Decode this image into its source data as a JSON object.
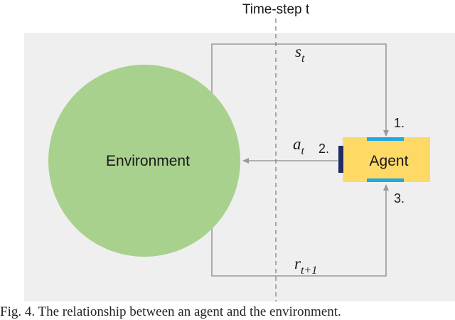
{
  "header": {
    "timestep_label": "Time-step t"
  },
  "environment": {
    "label": "Environment"
  },
  "agent": {
    "label": "Agent"
  },
  "signals": {
    "state": {
      "base": "s",
      "sub": "t"
    },
    "action": {
      "base": "a",
      "sub": "t"
    },
    "reward": {
      "base": "r",
      "sub": "t+1"
    }
  },
  "steps": {
    "step1": "1.",
    "step2": "2.",
    "step3": "3."
  },
  "caption": {
    "text": "Fig. 4. The relationship between an agent and the environment."
  },
  "colors": {
    "panel_background": "#efefef",
    "environment_fill": "#a9d18e",
    "agent_fill": "#ffd966",
    "port_top_bottom": "#1ea9e0",
    "port_left": "#1f2d66",
    "arrow_line": "#9a9a9a",
    "dashed_line": "#7f7f7f"
  }
}
